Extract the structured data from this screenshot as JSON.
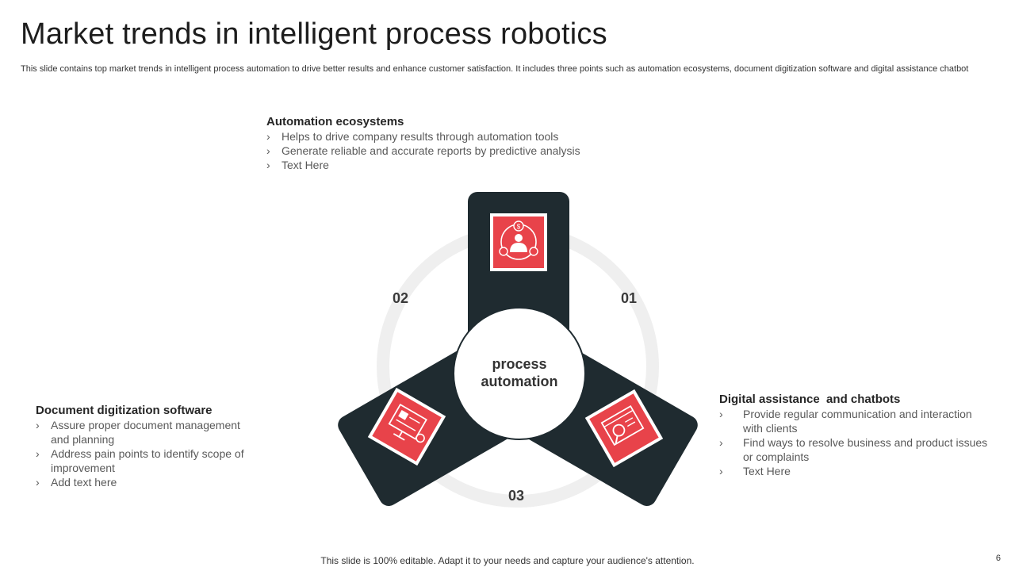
{
  "slide": {
    "title": "Market trends in intelligent process robotics",
    "subtitle": "This slide contains top market trends in intelligent process automation to drive better results and enhance customer satisfaction. It includes three points such as automation ecosystems, document digitization software and digital assistance chatbot",
    "footer": "This slide is 100% editable. Adapt it to your needs and capture your audience's attention.",
    "page_number": "6"
  },
  "diagram": {
    "center_line1": "process",
    "center_line2": "automation",
    "labels": {
      "n01": "01",
      "n02": "02",
      "n03": "03"
    },
    "colors": {
      "arm": "#1f2b30",
      "accent": "#e8434a",
      "ring": "#efefef",
      "white": "#ffffff"
    },
    "icons": {
      "top": "business-person-network-icon",
      "left": "monitor-gear-icon",
      "right": "seo-search-monitor-icon"
    }
  },
  "blocks": {
    "automation": {
      "title": "Automation ecosystems",
      "bullets": [
        "Helps to drive company results through automation tools",
        "Generate reliable and accurate reports by predictive analysis",
        "Text Here"
      ]
    },
    "document": {
      "title": "Document digitization software",
      "bullets": [
        "Assure proper document management and planning",
        "Address pain points to identify scope of improvement",
        "Add text here"
      ]
    },
    "digital": {
      "title": "Digital assistance  and chatbots",
      "bullets": [
        "Provide regular communication and interaction with clients",
        "Find ways to resolve business and product issues or complaints",
        "Text Here"
      ]
    },
    "bullet_marker": "›"
  }
}
